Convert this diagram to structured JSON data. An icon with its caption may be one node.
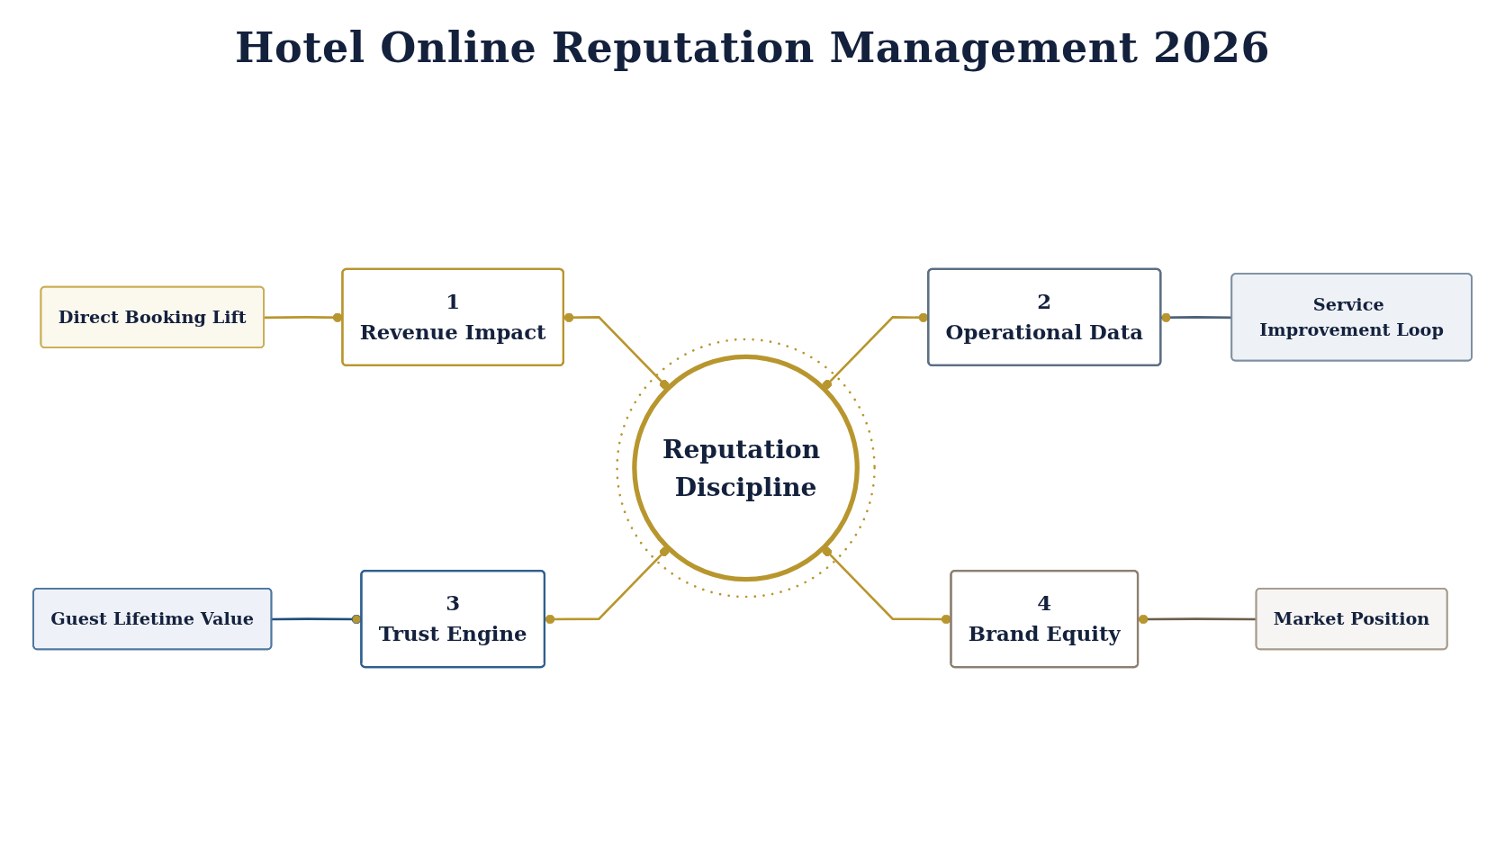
{
  "diagram": {
    "title": "Hotel Online Reputation Management 2026",
    "nodes": [
      {
        "text": [
          "Reputation Discipline"
        ]
      },
      {
        "text": [
          "1",
          "Revenue Impact"
        ]
      },
      {
        "text": [
          "Direct Booking Lift"
        ]
      },
      {
        "text": [
          "2",
          "Operational Data"
        ]
      },
      {
        "text": [
          "Service Improvement Loop"
        ]
      },
      {
        "text": [
          "3",
          "Trust Engine"
        ]
      },
      {
        "text": [
          "Guest Lifetime Value"
        ]
      },
      {
        "text": [
          "4",
          "Brand Equity"
        ]
      },
      {
        "text": [
          "Market Position"
        ]
      }
    ],
    "edges": [
      {
        "from": 0,
        "to": 1,
        "arrow": "other"
      },
      {
        "from": 0,
        "to": 3,
        "arrow": "other"
      },
      {
        "from": 0,
        "to": 5,
        "arrow": "other"
      },
      {
        "from": 0,
        "to": 7,
        "arrow": "other"
      },
      {
        "from": 1,
        "to": 2,
        "arrow": "other"
      },
      {
        "from": 3,
        "to": 4,
        "arrow": "other",
        "color": "#4e6378"
      },
      {
        "from": 5,
        "to": 6,
        "arrow": "other",
        "color": "#1f4e7a"
      },
      {
        "from": 7,
        "to": 8,
        "arrow": "other",
        "color": "#6e5e4c"
      }
    ]
  }
}
